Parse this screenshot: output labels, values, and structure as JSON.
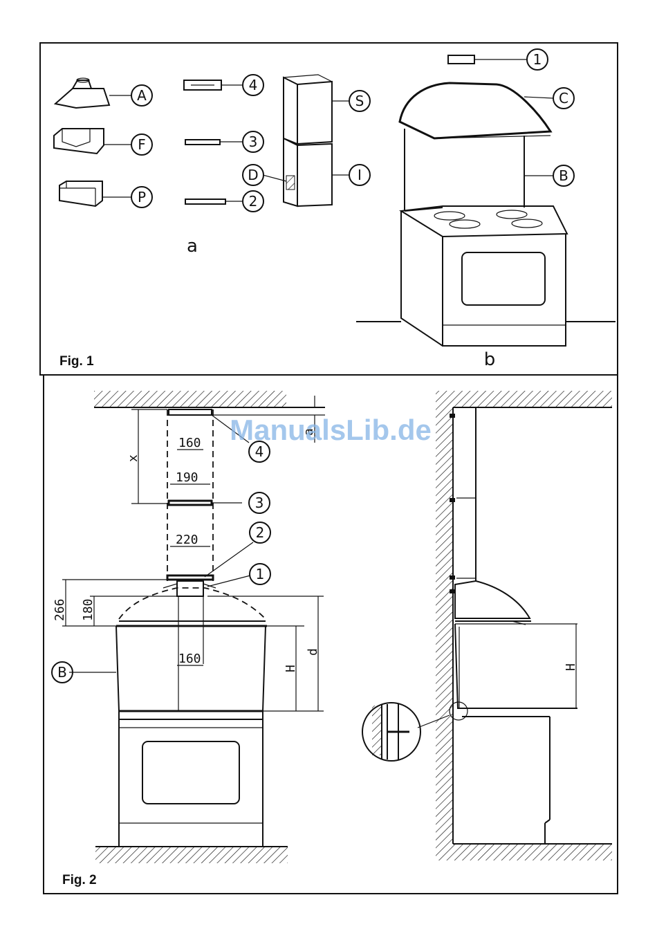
{
  "figures": {
    "fig1": {
      "label": "Fig. 1",
      "sub_a": "a",
      "sub_b": "b",
      "parts": {
        "A": "A",
        "F": "F",
        "P": "P",
        "n4": "4",
        "n3": "3",
        "n2": "2",
        "S": "S",
        "D": "D",
        "I": "I",
        "n1": "1",
        "C": "C",
        "B": "B"
      }
    },
    "fig2": {
      "label": "Fig. 2",
      "callouts": {
        "n4": "4",
        "n3": "3",
        "n2": "2",
        "n1": "1",
        "B": "B"
      },
      "dimensions": {
        "w160_top": "160",
        "w190": "190",
        "w220": "220",
        "w160_bottom": "160",
        "h266": "266",
        "h180": "180",
        "x": "x",
        "a": "a",
        "H_front": "H",
        "d": "d",
        "H_side": "H"
      }
    }
  },
  "watermark": "ManualsLib.de",
  "colors": {
    "ink": "#111111",
    "watermark": "#86b4e6"
  }
}
